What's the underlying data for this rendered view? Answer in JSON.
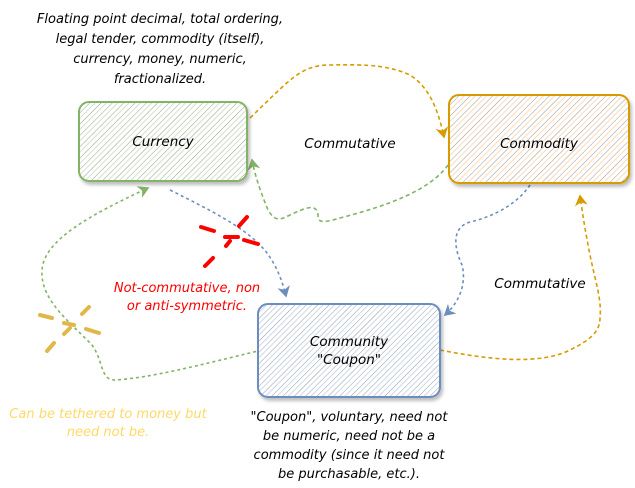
{
  "nodes": {
    "currency": {
      "label": "Currency",
      "color": "#82b366",
      "hatch": "#cfe3c4"
    },
    "commodity": {
      "label": "Commodity",
      "color": "#d79b00",
      "hatch": "#ffd9b3"
    },
    "community": {
      "label": "Community\n\"Coupon\"",
      "line1": "Community",
      "line2": "\"Coupon\"",
      "color": "#6c8ebf",
      "hatch": "#c9d8ee"
    }
  },
  "annotations": {
    "currency_desc": "Floating point decimal, total ordering, legal tender, commodity (itself), currency, money, numeric, fractionalized.",
    "commutative_top": "Commutative",
    "commutative_right": "Commutative",
    "not_commutative": "Not-commutative, non or anti-symmetric.",
    "tethered": "Can be tethered to money but need not be.",
    "coupon_desc": "\"Coupon\", voluntary, need not be numeric, need not be a commodity (since it need not be purchasable, etc.)."
  },
  "colors": {
    "green": "#82b366",
    "orange": "#d79b00",
    "blue": "#6c8ebf",
    "red": "#ff0000",
    "gold": "#e0b84a",
    "tether_text": "#ffd966"
  },
  "edges": [
    {
      "from": "currency",
      "to": "commodity",
      "color": "orange"
    },
    {
      "from": "commodity",
      "to": "currency",
      "color": "green"
    },
    {
      "from": "currency",
      "to": "community",
      "color": "blue",
      "crossed": true
    },
    {
      "from": "community",
      "to": "currency",
      "color": "green",
      "crossed": true
    },
    {
      "from": "commodity",
      "to": "community",
      "color": "blue"
    },
    {
      "from": "community",
      "to": "commodity",
      "color": "orange"
    }
  ]
}
